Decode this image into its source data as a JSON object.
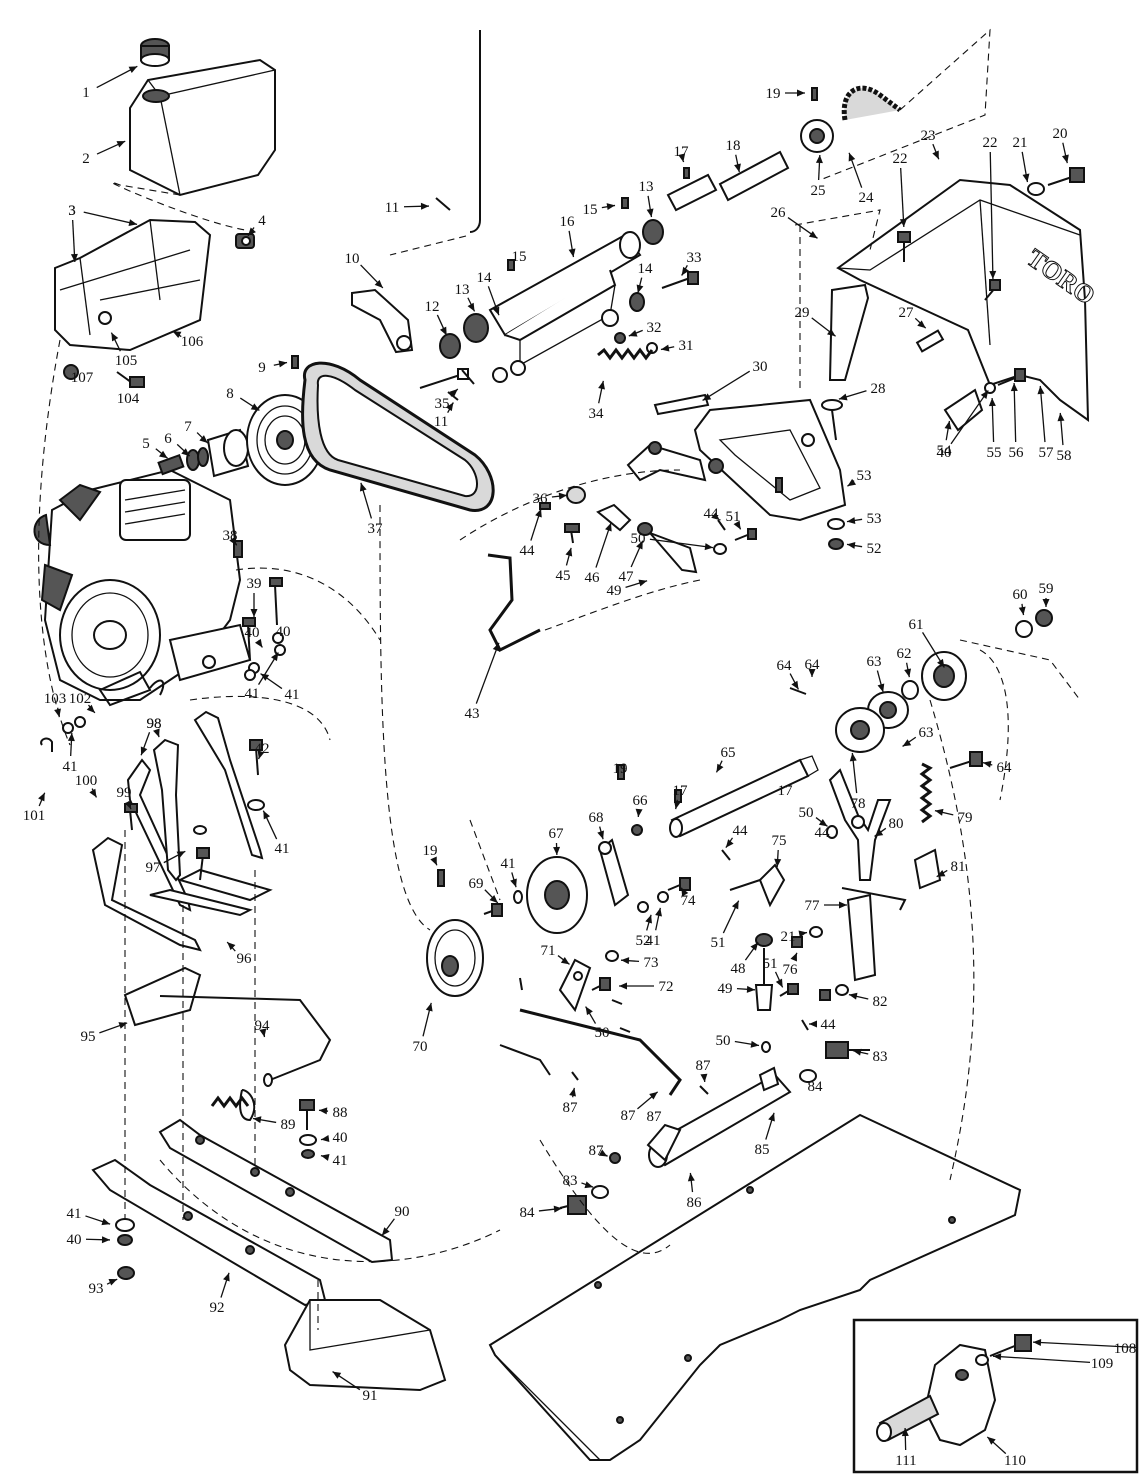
{
  "brand_text": "TORO",
  "part_numbers": [
    "1",
    "2",
    "3",
    "4",
    "5",
    "6",
    "7",
    "8",
    "9",
    "10",
    "11",
    "12",
    "13",
    "14",
    "15",
    "16",
    "17",
    "18",
    "19",
    "20",
    "21",
    "22",
    "23",
    "24",
    "25",
    "26",
    "27",
    "28",
    "29",
    "30",
    "31",
    "32",
    "33",
    "34",
    "35",
    "36",
    "37",
    "38",
    "39",
    "40",
    "41",
    "42",
    "43",
    "44",
    "45",
    "46",
    "47",
    "48",
    "49",
    "50",
    "51",
    "52",
    "53",
    "54",
    "55",
    "56",
    "57",
    "58",
    "59",
    "60",
    "61",
    "62",
    "63",
    "64",
    "65",
    "66",
    "67",
    "68",
    "69",
    "70",
    "71",
    "72",
    "73",
    "74",
    "75",
    "76",
    "77",
    "78",
    "79",
    "80",
    "81",
    "82",
    "83",
    "84",
    "85",
    "86",
    "87",
    "88",
    "89",
    "90",
    "91",
    "92",
    "93",
    "94",
    "95",
    "96",
    "97",
    "98",
    "99",
    "100",
    "101",
    "102",
    "103",
    "104",
    "105",
    "106",
    "107",
    "108",
    "109",
    "110",
    "111"
  ]
}
